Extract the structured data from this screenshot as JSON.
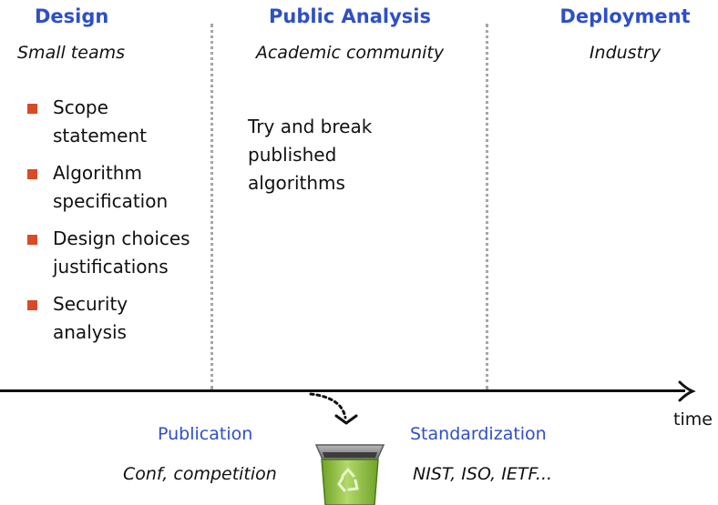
{
  "columns": {
    "design": {
      "title": "Design",
      "subtitle": "Small teams",
      "bullets": [
        {
          "label": "Scope statement"
        },
        {
          "label": "Algorithm specification"
        },
        {
          "label": "Design choices justifications"
        },
        {
          "label": "Security analysis"
        }
      ]
    },
    "public_analysis": {
      "title": "Public Analysis",
      "subtitle": "Academic community",
      "text": "Try and break published algorithms"
    },
    "deployment": {
      "title": "Deployment",
      "subtitle": "Industry"
    }
  },
  "timeline": {
    "label": "time"
  },
  "bottom": {
    "publication": {
      "title": "Publication",
      "subtitle": "Conf, competition"
    },
    "standardization": {
      "title": "Standardization",
      "subtitle": "NIST, ISO, IETF..."
    }
  },
  "colors": {
    "heading_blue": "#2e4fc8",
    "bullet_red": "#d94a26",
    "divider_gray": "#a6a6a6",
    "trash_green": "#8fbf3b"
  },
  "icons": {
    "trash": "recycle-bin-icon"
  }
}
